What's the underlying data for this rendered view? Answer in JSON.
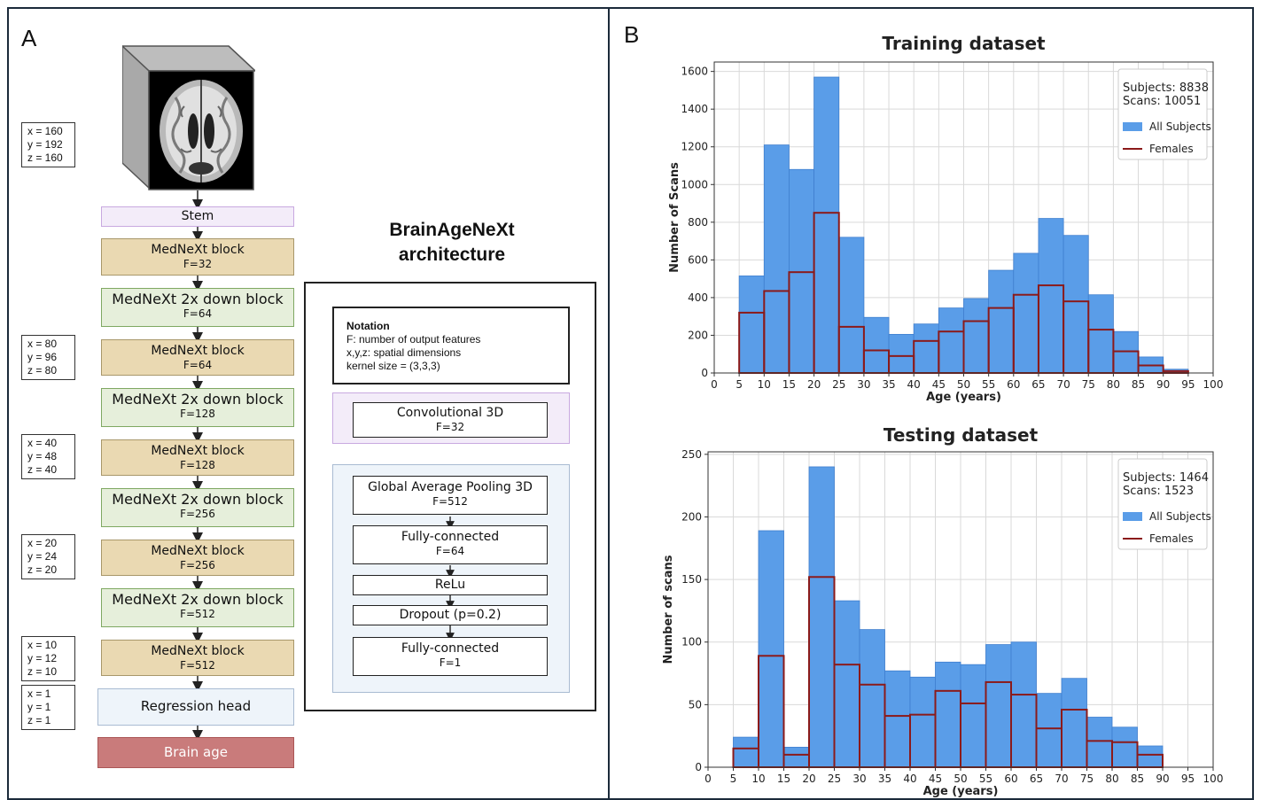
{
  "panel_a": {
    "letter": "A",
    "stem": "Stem",
    "blocks": [
      {
        "label": "MedNeXt block",
        "f": "F=32"
      },
      {
        "label": "MedNeXt 2x down block",
        "f": "F=64"
      },
      {
        "label": "MedNeXt block",
        "f": "F=64"
      },
      {
        "label": "MedNeXt 2x down block",
        "f": "F=128"
      },
      {
        "label": "MedNeXt block",
        "f": "F=128"
      },
      {
        "label": "MedNeXt 2x down block",
        "f": "F=256"
      },
      {
        "label": "MedNeXt block",
        "f": "F=256"
      },
      {
        "label": "MedNeXt 2x down block",
        "f": "F=512"
      },
      {
        "label": "MedNeXt block",
        "f": "F=512"
      }
    ],
    "regression_head": "Regression head",
    "brain_age": "Brain age",
    "dims": [
      {
        "x": "x = 160",
        "y": "y = 192",
        "z": "z = 160"
      },
      {
        "x": "x = 80",
        "y": "y = 96",
        "z": "z = 80"
      },
      {
        "x": "x = 40",
        "y": "y = 48",
        "z": "z = 40"
      },
      {
        "x": "x = 20",
        "y": "y = 24",
        "z": "z = 20"
      },
      {
        "x": "x = 10",
        "y": "y = 12",
        "z": "z = 10"
      },
      {
        "x": "x = 1",
        "y": "y = 1",
        "z": "z = 1"
      }
    ],
    "arch_title_1": "BrainAgeNeXt",
    "arch_title_2": "architecture",
    "notation": {
      "title": "Notation",
      "line1": "F: number of output features",
      "line2": "x,y,z: spatial dimensions",
      "line3": "kernel size = (3,3,3)"
    },
    "conv": {
      "label": "Convolutional 3D",
      "f": "F=32"
    },
    "head_layers": [
      {
        "label": "Global Average Pooling 3D",
        "f": "F=512"
      },
      {
        "label": "Fully-connected",
        "f": "F=64"
      },
      {
        "label": "ReLu",
        "f": ""
      },
      {
        "label": "Dropout (p=0.2)",
        "f": ""
      },
      {
        "label": "Fully-connected",
        "f": "F=1"
      }
    ]
  },
  "panel_b": {
    "letter": "B"
  },
  "colors": {
    "all_subjects": "#5a9de8",
    "all_subjects_edge": "#3f7fcf",
    "females": "#8b1a1a",
    "stem_fill": "#f3ecf9",
    "stem_border": "#c8a9e0",
    "head_fill": "#eef4fa",
    "brain_age_fill": "#c97b7b"
  },
  "chart_data": [
    {
      "type": "bar",
      "title": "Training dataset",
      "xlabel": "Age (years)",
      "ylabel": "Number of Scans",
      "x_edges": [
        5,
        10,
        15,
        20,
        25,
        30,
        35,
        40,
        45,
        50,
        55,
        60,
        65,
        70,
        75,
        80,
        85,
        90,
        95
      ],
      "xlim": [
        0,
        100
      ],
      "ylim": [
        0,
        1650
      ],
      "x_ticks": [
        0,
        5,
        10,
        15,
        20,
        25,
        30,
        35,
        40,
        45,
        50,
        55,
        60,
        65,
        70,
        75,
        80,
        85,
        90,
        95,
        100
      ],
      "y_ticks": [
        0,
        200,
        400,
        600,
        800,
        1000,
        1200,
        1400,
        1600
      ],
      "grid": true,
      "legend_position": "top-right",
      "stats_line_1": "Subjects: 8838",
      "stats_line_2": "Scans: 10051",
      "series": [
        {
          "name": "All Subjects",
          "values": [
            515,
            1210,
            1080,
            1570,
            720,
            295,
            205,
            260,
            345,
            395,
            545,
            635,
            820,
            730,
            415,
            220,
            85,
            20
          ]
        },
        {
          "name": "Females",
          "values": [
            320,
            435,
            535,
            850,
            245,
            120,
            90,
            170,
            220,
            275,
            345,
            415,
            465,
            380,
            230,
            115,
            40,
            10
          ]
        }
      ]
    },
    {
      "type": "bar",
      "title": "Testing dataset",
      "xlabel": "Age (years)",
      "ylabel": "Number of scans",
      "x_edges": [
        5,
        10,
        15,
        20,
        25,
        30,
        35,
        40,
        45,
        50,
        55,
        60,
        65,
        70,
        75,
        80,
        85,
        90
      ],
      "xlim": [
        0,
        100
      ],
      "ylim": [
        0,
        252
      ],
      "x_ticks": [
        0,
        5,
        10,
        15,
        20,
        25,
        30,
        35,
        40,
        45,
        50,
        55,
        60,
        65,
        70,
        75,
        80,
        85,
        90,
        95,
        100
      ],
      "y_ticks": [
        0,
        50,
        100,
        150,
        200,
        250
      ],
      "grid": true,
      "legend_position": "top-right",
      "stats_line_1": "Subjects: 1464",
      "stats_line_2": "Scans: 1523",
      "series": [
        {
          "name": "All Subjects",
          "values": [
            24,
            189,
            16,
            240,
            133,
            110,
            77,
            72,
            84,
            82,
            98,
            100,
            59,
            71,
            40,
            32,
            17
          ]
        },
        {
          "name": "Females",
          "values": [
            15,
            89,
            10,
            152,
            82,
            66,
            41,
            42,
            61,
            51,
            68,
            58,
            31,
            46,
            21,
            20,
            10
          ]
        }
      ]
    }
  ]
}
